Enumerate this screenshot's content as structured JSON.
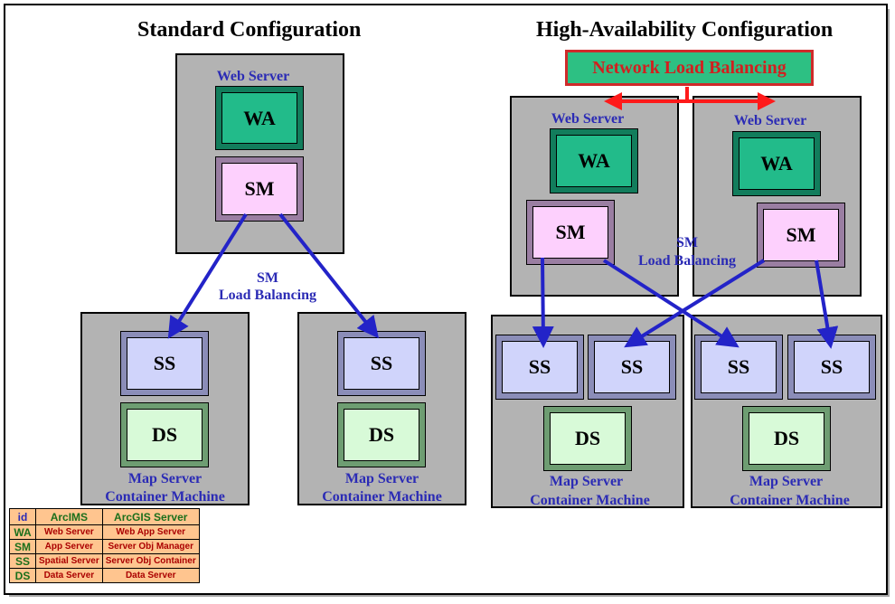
{
  "titles": {
    "standard": "Standard Configuration",
    "ha": "High-Availability Configuration"
  },
  "network_load_balancing": "Network Load Balancing",
  "labels": {
    "web_server": "Web Server",
    "map_server_line1": "Map Server",
    "map_server_line2": "Container Machine",
    "sm_lb_line1": "SM",
    "sm_lb_line2": "Load Balancing"
  },
  "boxes": {
    "wa": "WA",
    "sm": "SM",
    "ss": "SS",
    "ds": "DS"
  },
  "colors": {
    "panel": "#b3b3b3",
    "wa": "#22bb8a",
    "sm": "#fdd0fd",
    "ss": "#d0d4fb",
    "ds": "#d8fad8",
    "connector": "#2323c8",
    "nlb_text": "#d21f1f",
    "legend_bg": "#ffc58f"
  },
  "legend": {
    "header": [
      "id",
      "ArcIMS",
      "ArcGIS Server"
    ],
    "rows": [
      [
        "WA",
        "Web Server",
        "Web App Server"
      ],
      [
        "SM",
        "App Server",
        "Server Obj Manager"
      ],
      [
        "SS",
        "Spatial Server",
        "Server Obj Container"
      ],
      [
        "DS",
        "Data Server",
        "Data Server"
      ]
    ]
  }
}
